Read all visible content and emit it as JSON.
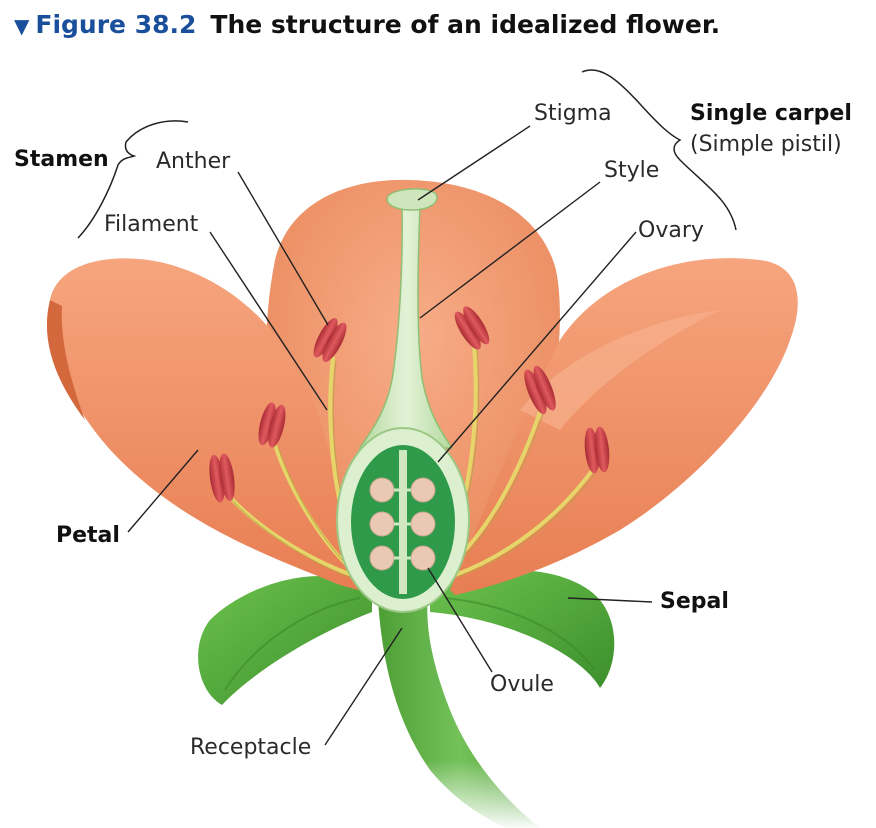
{
  "figure": {
    "marker": "▼",
    "number": "Figure 38.2",
    "title": "The structure of an idealized flower."
  },
  "labels": {
    "stamen": "Stamen",
    "anther": "Anther",
    "filament": "Filament",
    "stigma": "Stigma",
    "style": "Style",
    "ovary": "Ovary",
    "single_carpel": "Single carpel",
    "simple_pistil": "(Simple pistil)",
    "petal": "Petal",
    "sepal": "Sepal",
    "ovule": "Ovule",
    "receptacle": "Receptacle"
  },
  "colors": {
    "petal": "#f0916a",
    "petal_shade": "#e0764c",
    "pistil": "#c9e4b4",
    "ovary_inner": "#2f9a4a",
    "sepal": "#4fa83c",
    "anther": "#c43a40",
    "filament": "#e8d776",
    "ovule": "#e9c9b4",
    "title_blue": "#1a4f9c"
  }
}
